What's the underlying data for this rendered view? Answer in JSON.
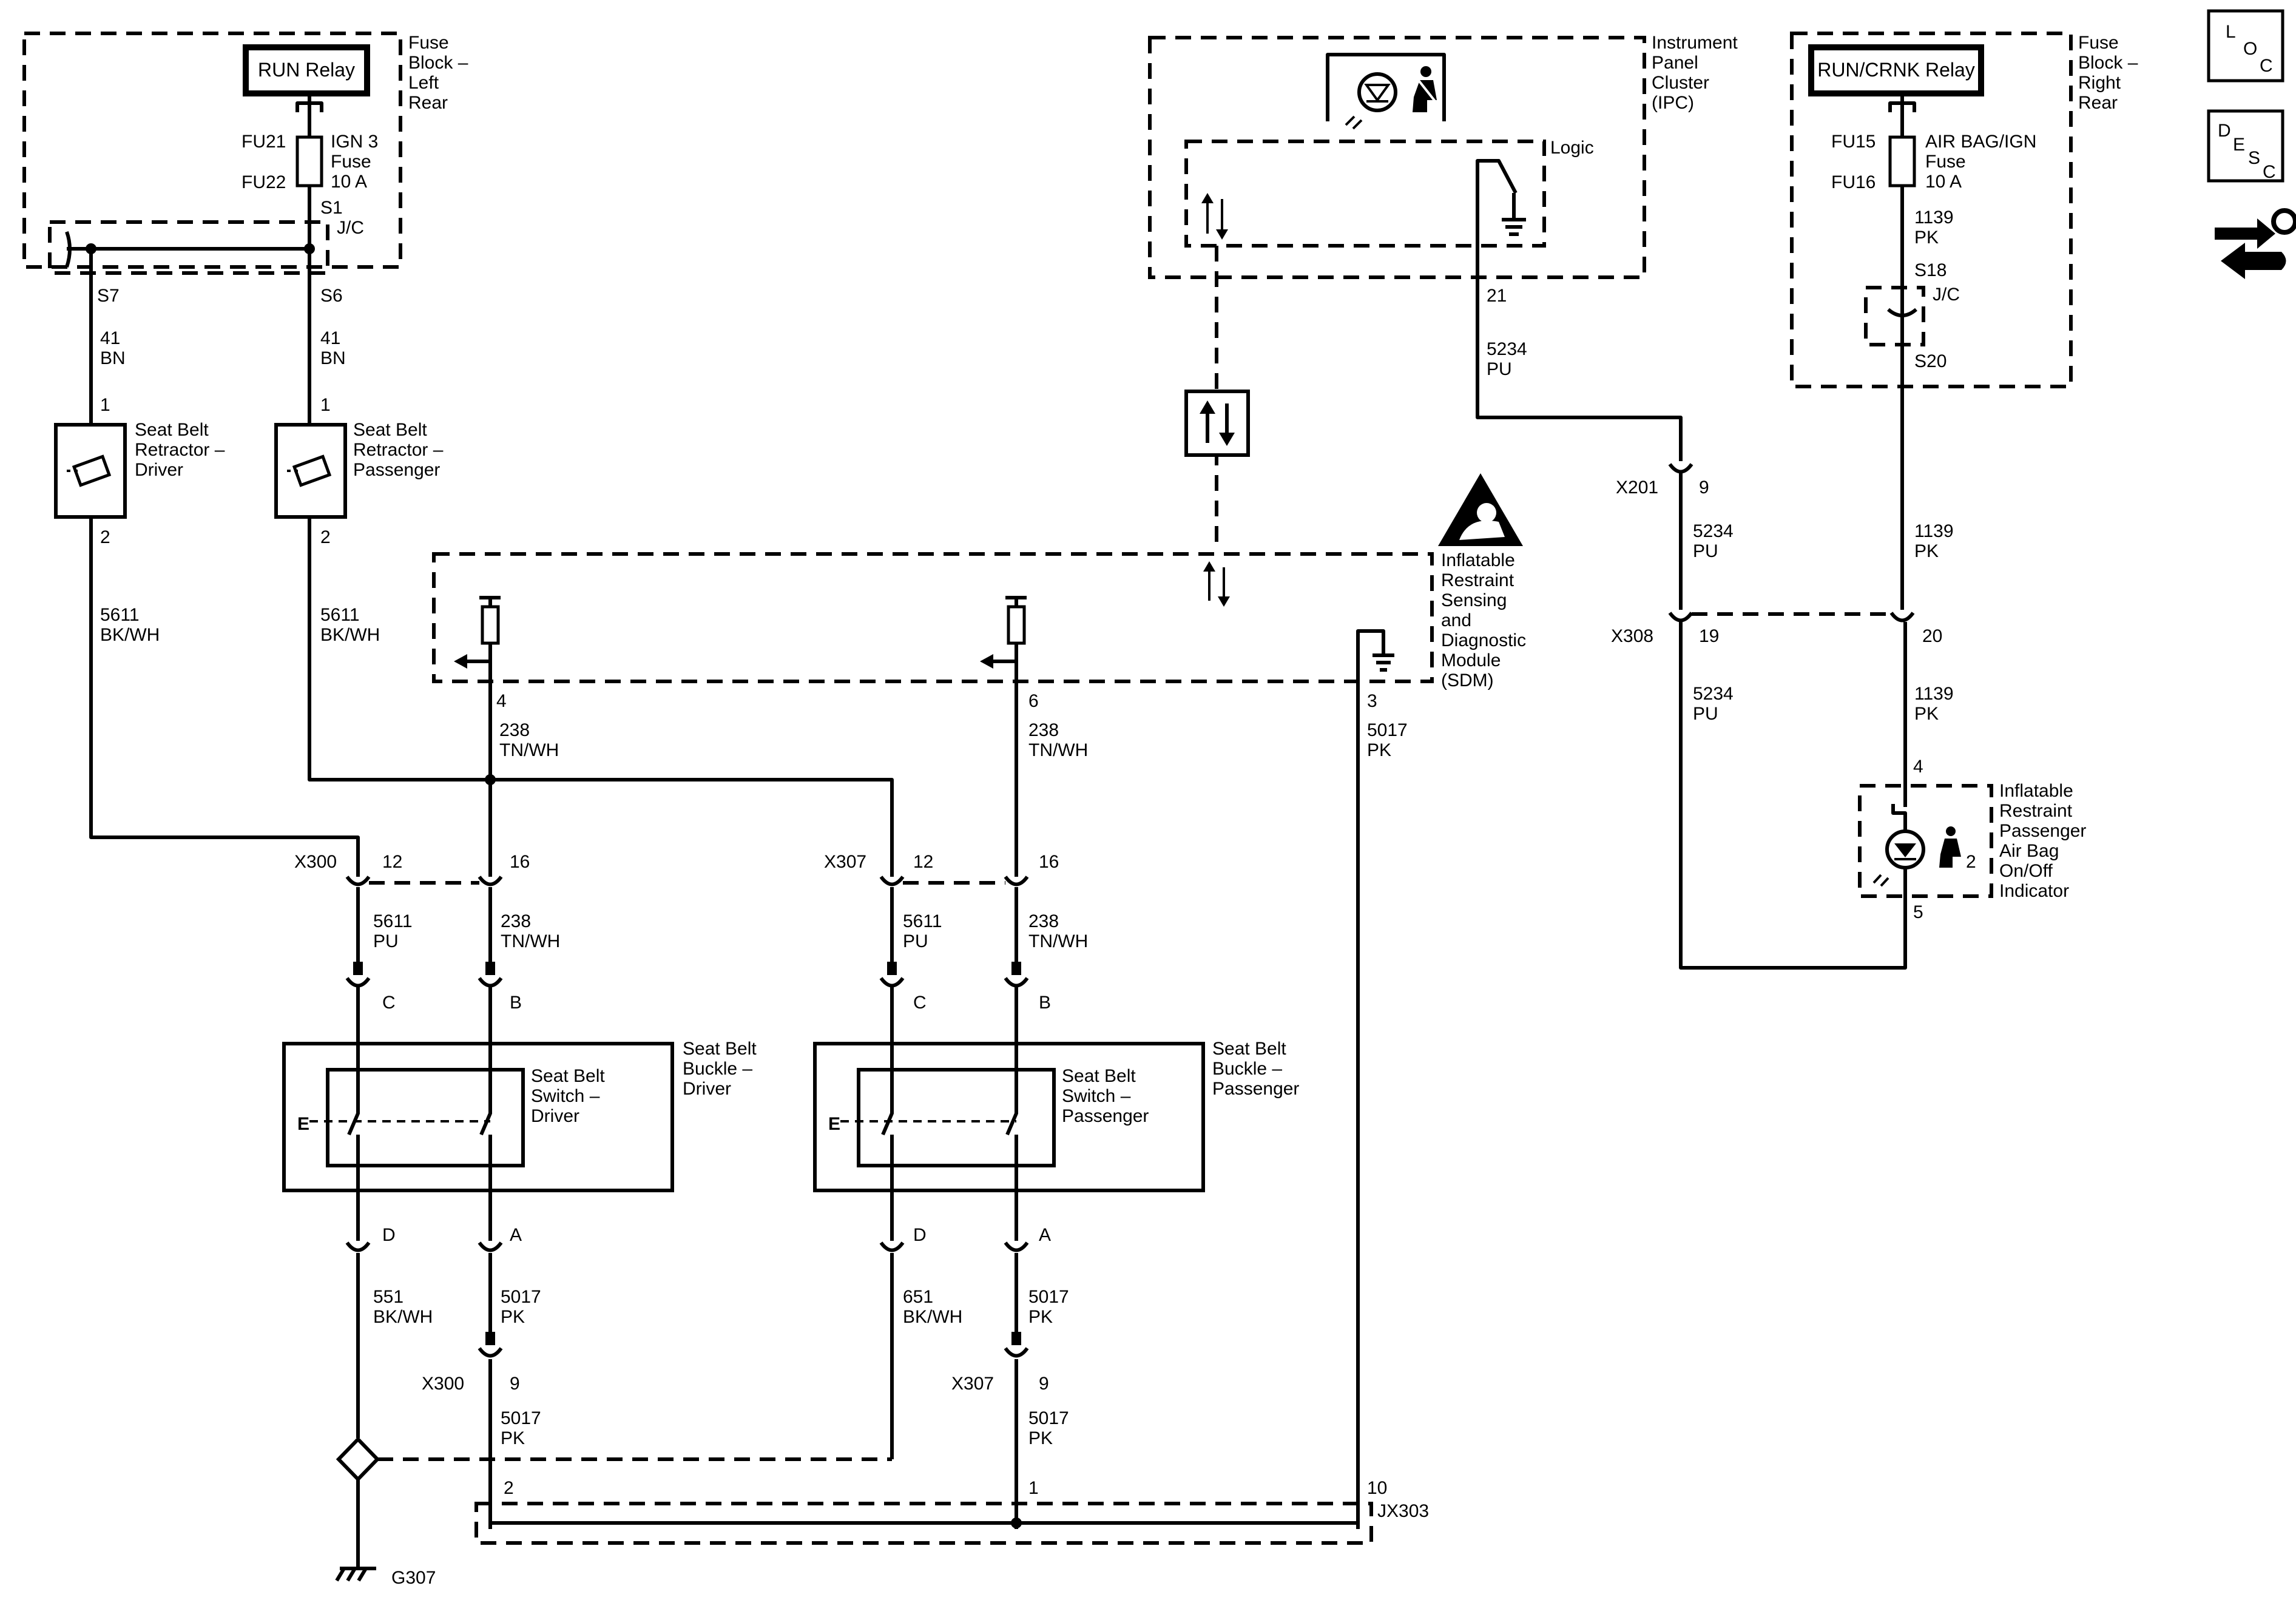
{
  "fuse_block_lr": {
    "relay": "RUN Relay",
    "title": [
      "Fuse",
      "Block –",
      "Left",
      "Rear"
    ],
    "fuse_ids": [
      "FU21",
      "FU22"
    ],
    "fuse_name": [
      "IGN 3",
      "Fuse",
      "10 A"
    ],
    "splice_top": "S1",
    "jc": "J/C",
    "splice_left": "S7",
    "splice_right": "S6"
  },
  "wires_top_left": {
    "driver": [
      "41",
      "BN"
    ],
    "passenger": [
      "41",
      "BN"
    ]
  },
  "retractor_driver": {
    "pin_top": "1",
    "pin_bottom": "2",
    "label": [
      "Seat Belt",
      "Retractor –",
      "Driver"
    ]
  },
  "retractor_passenger": {
    "pin_top": "1",
    "pin_bottom": "2",
    "label": [
      "Seat Belt",
      "Retractor –",
      "Passenger"
    ]
  },
  "wire_5611_driver": [
    "5611",
    "BK/WH"
  ],
  "wire_5611_passenger": [
    "5611",
    "BK/WH"
  ],
  "ipc": {
    "title": [
      "Instrument",
      "Panel",
      "Cluster",
      "(IPC)"
    ],
    "logic": "Logic",
    "pin": "21",
    "wire": [
      "5234",
      "PU"
    ]
  },
  "fuse_block_rr": {
    "relay": "RUN/CRNK Relay",
    "title": [
      "Fuse",
      "Block –",
      "Right",
      "Rear"
    ],
    "fuse_ids": [
      "FU15",
      "FU16"
    ],
    "fuse_name": [
      "AIR BAG/IGN",
      "Fuse",
      "10 A"
    ],
    "wire": [
      "1139",
      "PK"
    ],
    "splice_top": "S18",
    "jc": "J/C",
    "splice_bottom": "S20"
  },
  "legend_icons": {
    "loc": [
      "L",
      "O",
      "C"
    ],
    "desc": [
      "D",
      "E",
      "S",
      "C"
    ]
  },
  "sdm": {
    "title": [
      "Inflatable",
      "Restraint",
      "Sensing",
      "and",
      "Diagnostic",
      "Module",
      "(SDM)"
    ],
    "pin_a": "4",
    "pin_b": "6",
    "pin_c": "3",
    "wire_a": [
      "238",
      "TN/WH"
    ],
    "wire_b": [
      "238",
      "TN/WH"
    ],
    "wire_c": [
      "5017",
      "PK"
    ]
  },
  "x201": {
    "name": "X201",
    "pin": "9",
    "wire": [
      "5234",
      "PU"
    ]
  },
  "wire_1139_mid": [
    "1139",
    "PK"
  ],
  "x308": {
    "name": "X308",
    "pin_a": "19",
    "pin_b": "20",
    "wire_a": [
      "5234",
      "PU"
    ],
    "wire_b": [
      "1139",
      "PK"
    ]
  },
  "indicator": {
    "pin_top": "4",
    "pin_bottom": "5",
    "label": [
      "Inflatable",
      "Restraint",
      "Passenger",
      "Air Bag",
      "On/Off",
      "Indicator"
    ],
    "badge": "2"
  },
  "x300_top": {
    "name": "X300",
    "pin_a": "12",
    "pin_b": "16",
    "wire_a": [
      "5611",
      "PU"
    ],
    "wire_b": [
      "238",
      "TN/WH"
    ]
  },
  "x307_top": {
    "name": "X307",
    "pin_a": "12",
    "pin_b": "16",
    "wire_a": [
      "5611",
      "PU"
    ],
    "wire_b": [
      "238",
      "TN/WH"
    ]
  },
  "buckle_driver": {
    "pin_c": "C",
    "pin_b": "B",
    "pin_d": "D",
    "pin_a": "A",
    "switch_label": [
      "Seat Belt",
      "Switch –",
      "Driver"
    ],
    "buckle_label": [
      "Seat Belt",
      "Buckle –",
      "Driver"
    ],
    "wire_d": [
      "551",
      "BK/WH"
    ],
    "wire_a": [
      "5017",
      "PK"
    ]
  },
  "buckle_passenger": {
    "pin_c": "C",
    "pin_b": "B",
    "pin_d": "D",
    "pin_a": "A",
    "switch_label": [
      "Seat Belt",
      "Switch –",
      "Passenger"
    ],
    "buckle_label": [
      "Seat Belt",
      "Buckle –",
      "Passenger"
    ],
    "wire_d": [
      "651",
      "BK/WH"
    ],
    "wire_a": [
      "5017",
      "PK"
    ]
  },
  "x300_bot": {
    "name": "X300",
    "pin": "9",
    "wire": [
      "5017",
      "PK"
    ]
  },
  "x307_bot": {
    "name": "X307",
    "pin": "9",
    "wire": [
      "5017",
      "PK"
    ]
  },
  "jx303": {
    "name": "JX303",
    "pin_a": "2",
    "pin_b": "1",
    "pin_c": "10"
  },
  "ground": {
    "name": "G307"
  },
  "e_mark": "E"
}
